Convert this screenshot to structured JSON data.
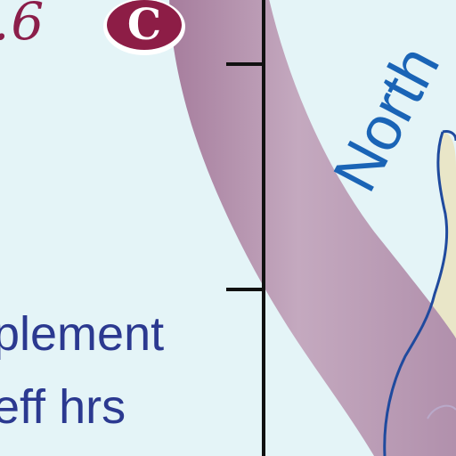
{
  "map": {
    "value_label": ".6",
    "unit_badge": "C",
    "caption_lines": [
      "plement",
      "eff hrs"
    ],
    "region_label": "North",
    "colors": {
      "background": "#e4f4f7",
      "band": "#b596ae",
      "value_text": "#8b1e4a",
      "caption_text": "#2b3990",
      "region_text": "#1a64b6",
      "land": "#e9e6c8",
      "coastline": "#1f4a9e",
      "axis": "#111111"
    }
  }
}
